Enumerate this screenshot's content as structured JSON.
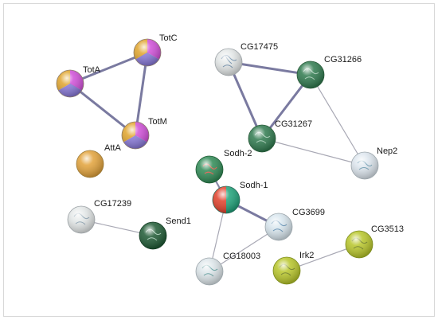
{
  "network": {
    "nodes": [
      {
        "id": "TotC",
        "label": "TotC",
        "style": "tricolor"
      },
      {
        "id": "TotA",
        "label": "TotA",
        "style": "tricolor"
      },
      {
        "id": "TotM",
        "label": "TotM",
        "style": "tricolor"
      },
      {
        "id": "AttA",
        "label": "AttA",
        "color": "#e2a23a"
      },
      {
        "id": "CG17475",
        "label": "CG17475",
        "color": "#e4e8e8"
      },
      {
        "id": "CG31266",
        "label": "CG31266",
        "color": "#2f7a4e"
      },
      {
        "id": "CG31267",
        "label": "CG31267",
        "color": "#2f7a4e"
      },
      {
        "id": "Nep2",
        "label": "Nep2",
        "color": "#dde6ee"
      },
      {
        "id": "Sodh-2",
        "label": "Sodh-2",
        "color": "#2f8a55"
      },
      {
        "id": "Sodh-1",
        "label": "Sodh-1",
        "style": "sodh1"
      },
      {
        "id": "CG3699",
        "label": "CG3699",
        "color": "#d8e6ee"
      },
      {
        "id": "CG17239",
        "label": "CG17239",
        "color": "#e4e8e8"
      },
      {
        "id": "Send1",
        "label": "Send1",
        "color": "#1e5a34"
      },
      {
        "id": "CG18003",
        "label": "CG18003",
        "color": "#dde6ea"
      },
      {
        "id": "CG3513",
        "label": "CG3513",
        "color": "#b8c62a"
      },
      {
        "id": "Irk2",
        "label": "Irk2",
        "color": "#b8c62a"
      }
    ],
    "edges": [
      {
        "source": "TotA",
        "target": "TotC",
        "strength": "strong"
      },
      {
        "source": "TotA",
        "target": "TotM",
        "strength": "strong"
      },
      {
        "source": "TotC",
        "target": "TotM",
        "strength": "strong"
      },
      {
        "source": "CG17475",
        "target": "CG31266",
        "strength": "strong"
      },
      {
        "source": "CG17475",
        "target": "CG31267",
        "strength": "strong"
      },
      {
        "source": "CG31266",
        "target": "CG31267",
        "strength": "strong"
      },
      {
        "source": "CG31266",
        "target": "Nep2",
        "strength": "weak"
      },
      {
        "source": "CG31267",
        "target": "Nep2",
        "strength": "weak"
      },
      {
        "source": "Sodh-2",
        "target": "Sodh-1",
        "strength": "medium"
      },
      {
        "source": "Sodh-1",
        "target": "CG3699",
        "strength": "strong"
      },
      {
        "source": "Sodh-1",
        "target": "CG18003",
        "strength": "weak"
      },
      {
        "source": "CG3699",
        "target": "CG18003",
        "strength": "weak"
      },
      {
        "source": "CG17239",
        "target": "Send1",
        "strength": "weak"
      },
      {
        "source": "CG3513",
        "target": "Irk2",
        "strength": "weak"
      }
    ],
    "colors": {
      "tri_magenta": "#d04fd8",
      "tri_orange": "#e0a42c",
      "tri_purple": "#8878d8",
      "sodh1_red": "#e0402a",
      "sodh1_teal": "#1fa37a",
      "edge_strong": "#7a7aa0",
      "edge_medium": "#8a8aa8",
      "edge_weak": "#a8a8b4"
    }
  }
}
